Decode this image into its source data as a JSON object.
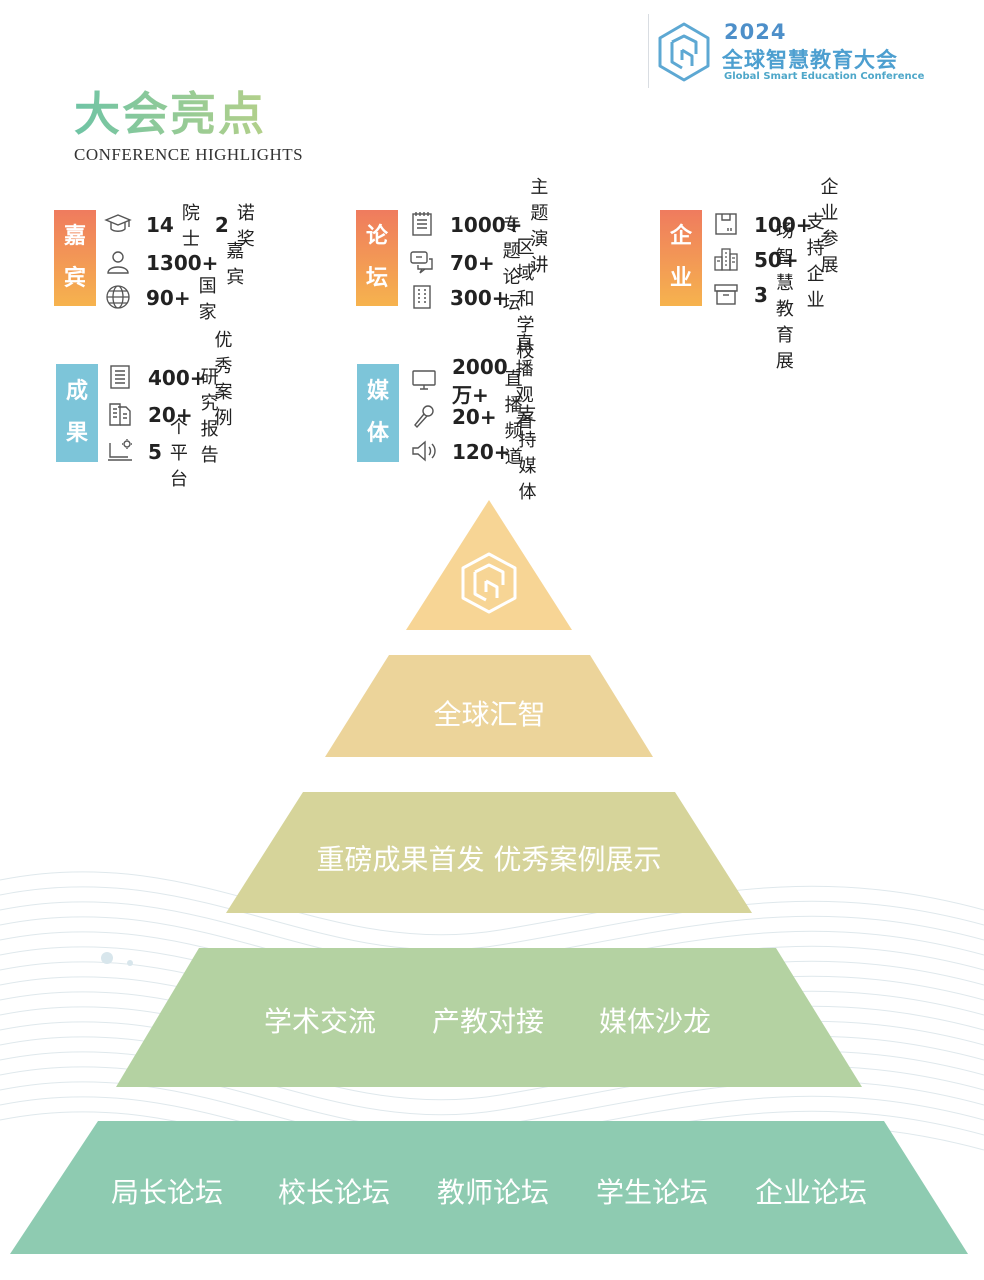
{
  "header": {
    "year": "2024",
    "name": "全球智慧教育大会",
    "name_en": "Global Smart Education Conference"
  },
  "title": {
    "cn": "大会亮点",
    "en": "CONFERENCE  HIGHLIGHTS"
  },
  "blocks": [
    {
      "tag": [
        "嘉",
        "宾"
      ],
      "color": "orange",
      "rows": [
        {
          "icon": "graduation-cap-icon",
          "num": "14",
          "label": "院士",
          "num2": "2",
          "label2": "诺奖"
        },
        {
          "icon": "person-icon",
          "num": "1300+",
          "label": "嘉宾"
        },
        {
          "icon": "globe-icon",
          "num": "90+",
          "label": "国家"
        }
      ]
    },
    {
      "tag": [
        "论",
        "坛"
      ],
      "color": "orange",
      "rows": [
        {
          "icon": "notepad-icon",
          "num": "1000+",
          "label": "主题演讲"
        },
        {
          "icon": "chat-bubbles-icon",
          "num": "70+",
          "label": "专题论坛"
        },
        {
          "icon": "building-grid-icon",
          "num": "300+",
          "label": "区域和学校"
        }
      ]
    },
    {
      "tag": [
        "企",
        "业"
      ],
      "color": "orange",
      "rows": [
        {
          "icon": "booth-icon",
          "num": "100+",
          "label": "企业参展"
        },
        {
          "icon": "city-icon",
          "num": "50+",
          "label": "支持企业"
        },
        {
          "icon": "box-icon",
          "num": "3",
          "label": "场智慧教育展"
        }
      ]
    },
    {
      "tag": [
        "成",
        "果"
      ],
      "color": "blue",
      "rows": [
        {
          "icon": "list-icon",
          "num": "400+",
          "label": "优秀案例"
        },
        {
          "icon": "document-icon",
          "num": "20+",
          "label": "研究报告"
        },
        {
          "icon": "laptop-gear-icon",
          "num": "5",
          "label": "个平台"
        }
      ]
    },
    {
      "tag": [
        "媒",
        "体"
      ],
      "color": "blue",
      "rows": [
        {
          "icon": "monitor-icon",
          "num": "2000万+",
          "label": "直播观看"
        },
        {
          "icon": "microphone-icon",
          "num": "20+",
          "label": "直播频道"
        },
        {
          "icon": "speaker-icon",
          "num": "120+",
          "label": "支持媒体"
        }
      ]
    }
  ],
  "pyramid": {
    "levels": [
      {
        "items": []
      },
      {
        "items": [
          "全球汇智"
        ]
      },
      {
        "items": [
          "重磅成果首发  优秀案例展示"
        ]
      },
      {
        "items": [
          "学术交流",
          "产教对接",
          "媒体沙龙"
        ]
      },
      {
        "items": [
          "局长论坛",
          "校长论坛",
          "教师论坛",
          "学生论坛",
          "企业论坛"
        ]
      }
    ],
    "colors": [
      "#f7d595",
      "#ecd49a",
      "#d6d49a",
      "#b4d2a2",
      "#8ecbb1"
    ]
  }
}
